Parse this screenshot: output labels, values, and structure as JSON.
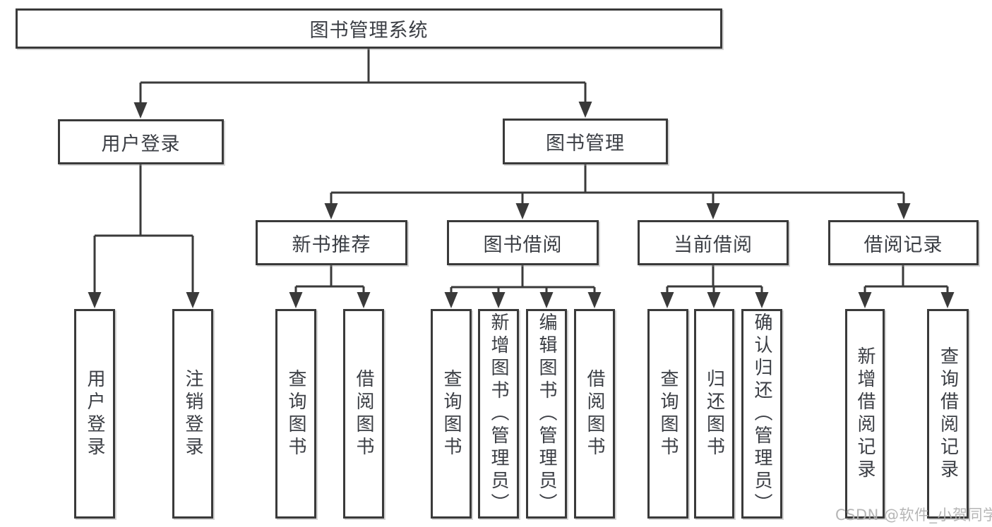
{
  "nodes": {
    "root": {
      "label": "图书管理系统"
    },
    "level2": [
      {
        "id": "user-login",
        "label": "用户登录"
      },
      {
        "id": "book-management",
        "label": "图书管理"
      }
    ],
    "level3": [
      {
        "id": "new-book-recommend",
        "label": "新书推荐",
        "parent": "图书管理"
      },
      {
        "id": "book-borrowing",
        "label": "图书借阅",
        "parent": "图书管理"
      },
      {
        "id": "current-borrowing",
        "label": "当前借阅",
        "parent": "图书管理"
      },
      {
        "id": "borrowing-records",
        "label": "借阅记录",
        "parent": "图书管理"
      }
    ],
    "leaves": [
      {
        "id": "leaf-user-login",
        "label": "用户登录",
        "parent": "用户登录"
      },
      {
        "id": "leaf-logout",
        "label": "注销登录",
        "parent": "用户登录"
      },
      {
        "id": "leaf-query-books-1",
        "label": "查询图书",
        "parent": "新书推荐"
      },
      {
        "id": "leaf-borrow-books-1",
        "label": "借阅图书",
        "parent": "新书推荐"
      },
      {
        "id": "leaf-query-books-2",
        "label": "查询图书",
        "parent": "图书借阅"
      },
      {
        "id": "leaf-add-books-admin",
        "label": "新增图书（管理员）",
        "parent": "图书借阅"
      },
      {
        "id": "leaf-edit-books-admin",
        "label": "编辑图书（管理员）",
        "parent": "图书借阅"
      },
      {
        "id": "leaf-borrow-books-2",
        "label": "借阅图书",
        "parent": "图书借阅"
      },
      {
        "id": "leaf-query-books-3",
        "label": "查询图书",
        "parent": "当前借阅"
      },
      {
        "id": "leaf-return-books",
        "label": "归还图书",
        "parent": "当前借阅"
      },
      {
        "id": "leaf-confirm-return-admin",
        "label": "确认归还（管理员）",
        "parent": "当前借阅"
      },
      {
        "id": "leaf-add-borrow-record",
        "label": "新增借阅记录",
        "parent": "借阅记录"
      },
      {
        "id": "leaf-query-borrow-record",
        "label": "查询借阅记录",
        "parent": "借阅记录"
      }
    ]
  },
  "watermark": {
    "text": "CSDN @软件_小贺同学"
  },
  "colors": {
    "line": "#3a3a3a",
    "text": "#3b3e44",
    "box_background": "#ffffff",
    "page_background": "#ffffff",
    "watermark": "#b0b0b0"
  }
}
